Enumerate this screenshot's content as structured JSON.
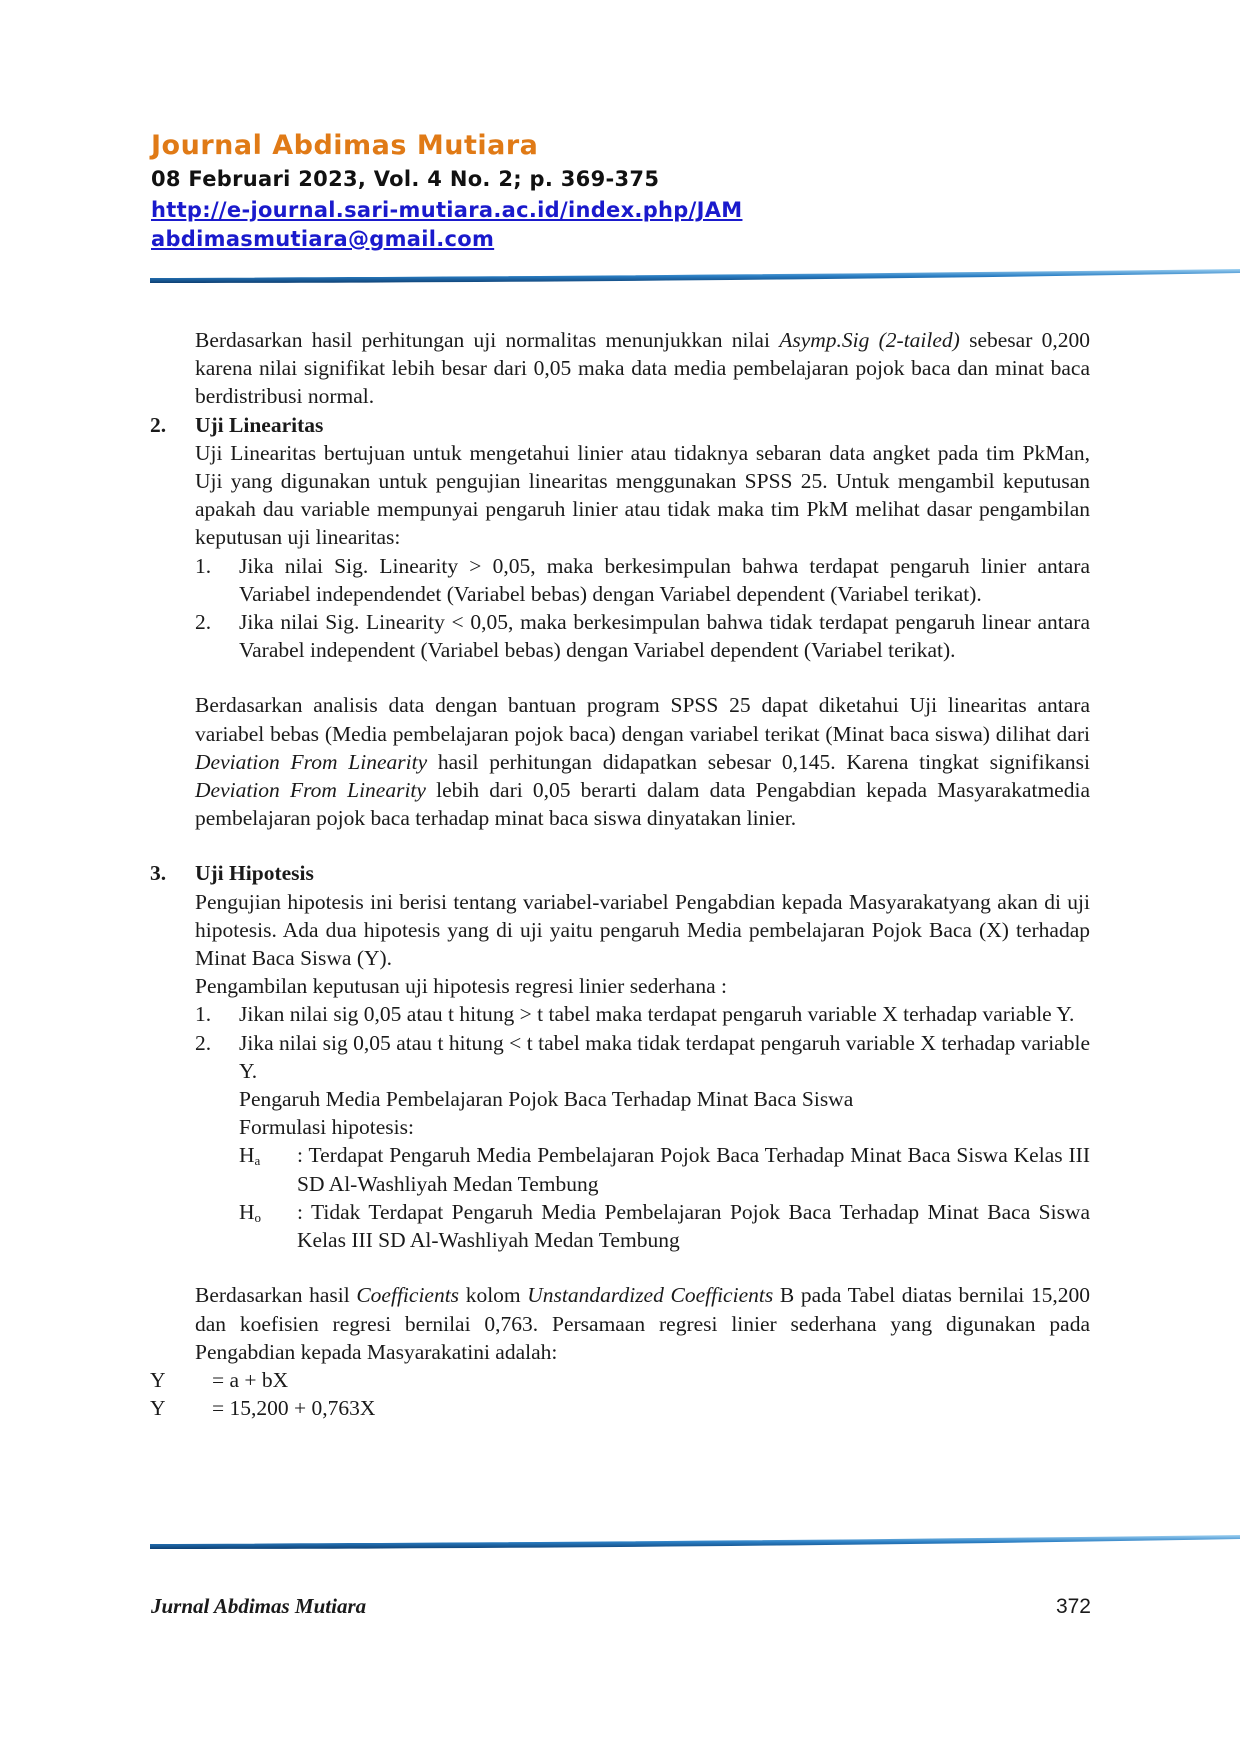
{
  "header": {
    "title": "Journal Abdimas Mutiara",
    "meta": "08 Februari 2023, Vol. 4 No. 2; p. 369-375",
    "url": "http://e-journal.sari-mutiara.ac.id/index.php/JAM",
    "email": "abdimasmutiara@gmail.com"
  },
  "body": {
    "p1_a": "Berdasarkan hasil perhitungan uji normalitas menunjukkan nilai ",
    "p1_italic": "Asymp.Sig (2-tailed)",
    "p1_b": " sebesar 0,200 karena nilai signifikat lebih besar dari 0,05 maka data media pembelajaran pojok baca dan minat baca berdistribusi normal.",
    "s2_num": "2.",
    "s2_title": "Uji Linearitas",
    "s2_intro": "Uji Linearitas  bertujuan untuk mengetahui linier atau tidaknya sebaran data angket pada tim PkMan, Uji yang digunakan untuk pengujian linearitas menggunakan SPSS 25. Untuk mengambil keputusan apakah dau variable mempunyai pengaruh linier atau tidak maka tim PkM melihat dasar pengambilan keputusan uji linearitas:",
    "s2_items": [
      {
        "n": "1.",
        "t": "Jika nilai Sig. Linearity > 0,05, maka berkesimpulan bahwa terdapat pengaruh linier antara Variabel independendet (Variabel bebas) dengan Variabel dependent (Variabel terikat)."
      },
      {
        "n": "2.",
        "t": "Jika nilai Sig. Linearity < 0,05, maka berkesimpulan bahwa tidak terdapat pengaruh linear antara Varabel independent (Variabel bebas) dengan Variabel dependent (Variabel terikat)."
      }
    ],
    "p2_a": "Berdasarkan analisis data dengan bantuan program SPSS 25 dapat diketahui Uji linearitas antara variabel bebas (Media pembelajaran pojok baca) dengan variabel terikat (Minat baca siswa) dilihat dari ",
    "p2_i1": "Deviation From Linearity",
    "p2_b": " hasil perhitungan didapatkan sebesar 0,145. Karena tingkat signifikansi ",
    "p2_i2": "Deviation From Linearity",
    "p2_c": " lebih dari 0,05 berarti dalam data Pengabdian kepada Masyarakatmedia pembelajaran pojok baca terhadap minat baca siswa dinyatakan linier.",
    "s3_num": "3.",
    "s3_title": "Uji Hipotesis",
    "s3_intro": "Pengujian hipotesis ini berisi tentang variabel-variabel Pengabdian kepada Masyarakatyang akan di uji hipotesis. Ada dua hipotesis yang di uji yaitu pengaruh Media pembelajaran Pojok Baca (X) terhadap Minat Baca Siswa (Y).",
    "s3_decision": "Pengambilan keputusan uji hipotesis regresi linier sederhana :",
    "s3_items": [
      {
        "n": "1.",
        "t": "Jikan nilai sig 0,05 atau t hitung > t tabel maka terdapat pengaruh variable X terhadap variable Y."
      },
      {
        "n": "2.",
        "t": "Jika nilai sig 0,05 atau t hitung < t tabel maka tidak terdapat pengaruh variable X terhadap variable Y."
      }
    ],
    "s3_effect": "Pengaruh Media Pembelajaran Pojok Baca Terhadap Minat Baca Siswa",
    "s3_formulation": "Formulasi hipotesis:",
    "ha_label": "H",
    "ha_sub": "a",
    "ha_text": ": Terdapat Pengaruh Media Pembelajaran Pojok Baca Terhadap Minat Baca Siswa Kelas III SD Al-Washliyah Medan Tembung",
    "ho_label": "H",
    "ho_sub": "o",
    "ho_text": ": Tidak Terdapat Pengaruh Media Pembelajaran Pojok Baca Terhadap Minat Baca Siswa Kelas III SD Al-Washliyah Medan Tembung",
    "p3_a": "Berdasarkan hasil ",
    "p3_i1": "Coefficients",
    "p3_b": " kolom ",
    "p3_i2": "Unstandardized Coefficients",
    "p3_c": " B pada Tabel diatas bernilai 15,200 dan koefisien regresi bernilai 0,763. Persamaan regresi linier sederhana yang digunakan pada Pengabdian kepada Masyarakatini adalah:",
    "eq1_l": "Y",
    "eq1_r": "= a + bX",
    "eq2_l": "Y",
    "eq2_r": "= 15,200 + 0,763X"
  },
  "footer": {
    "name": "Jurnal Abdimas Mutiara",
    "page": "372"
  },
  "colors": {
    "title": "#e07a16",
    "link": "#1a1acc",
    "rule": "#2b7fc4"
  }
}
